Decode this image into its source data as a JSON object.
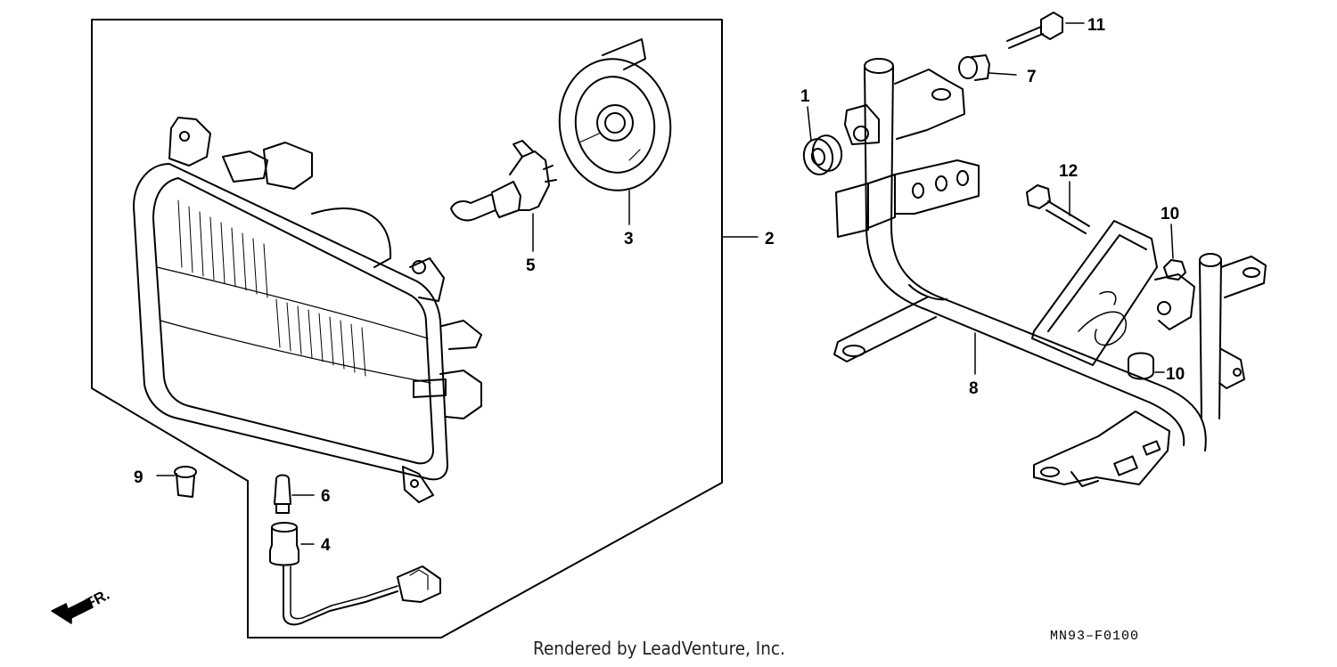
{
  "callouts": [
    {
      "id": "1",
      "label": "1"
    },
    {
      "id": "2",
      "label": "2"
    },
    {
      "id": "3",
      "label": "3"
    },
    {
      "id": "4",
      "label": "4"
    },
    {
      "id": "5",
      "label": "5"
    },
    {
      "id": "6",
      "label": "6"
    },
    {
      "id": "7",
      "label": "7"
    },
    {
      "id": "8",
      "label": "8"
    },
    {
      "id": "9",
      "label": "9"
    },
    {
      "id": "10a",
      "label": "10"
    },
    {
      "id": "10b",
      "label": "10"
    },
    {
      "id": "11",
      "label": "11"
    },
    {
      "id": "12",
      "label": "12"
    }
  ],
  "direction": {
    "label": "FR.",
    "icon": "front-direction-arrow-icon"
  },
  "footer": {
    "rendered_by": "Rendered by LeadVenture, Inc."
  },
  "diagram_code": "MN93–F0100",
  "colors": {
    "ink": "#000000",
    "background": "#ffffff"
  }
}
